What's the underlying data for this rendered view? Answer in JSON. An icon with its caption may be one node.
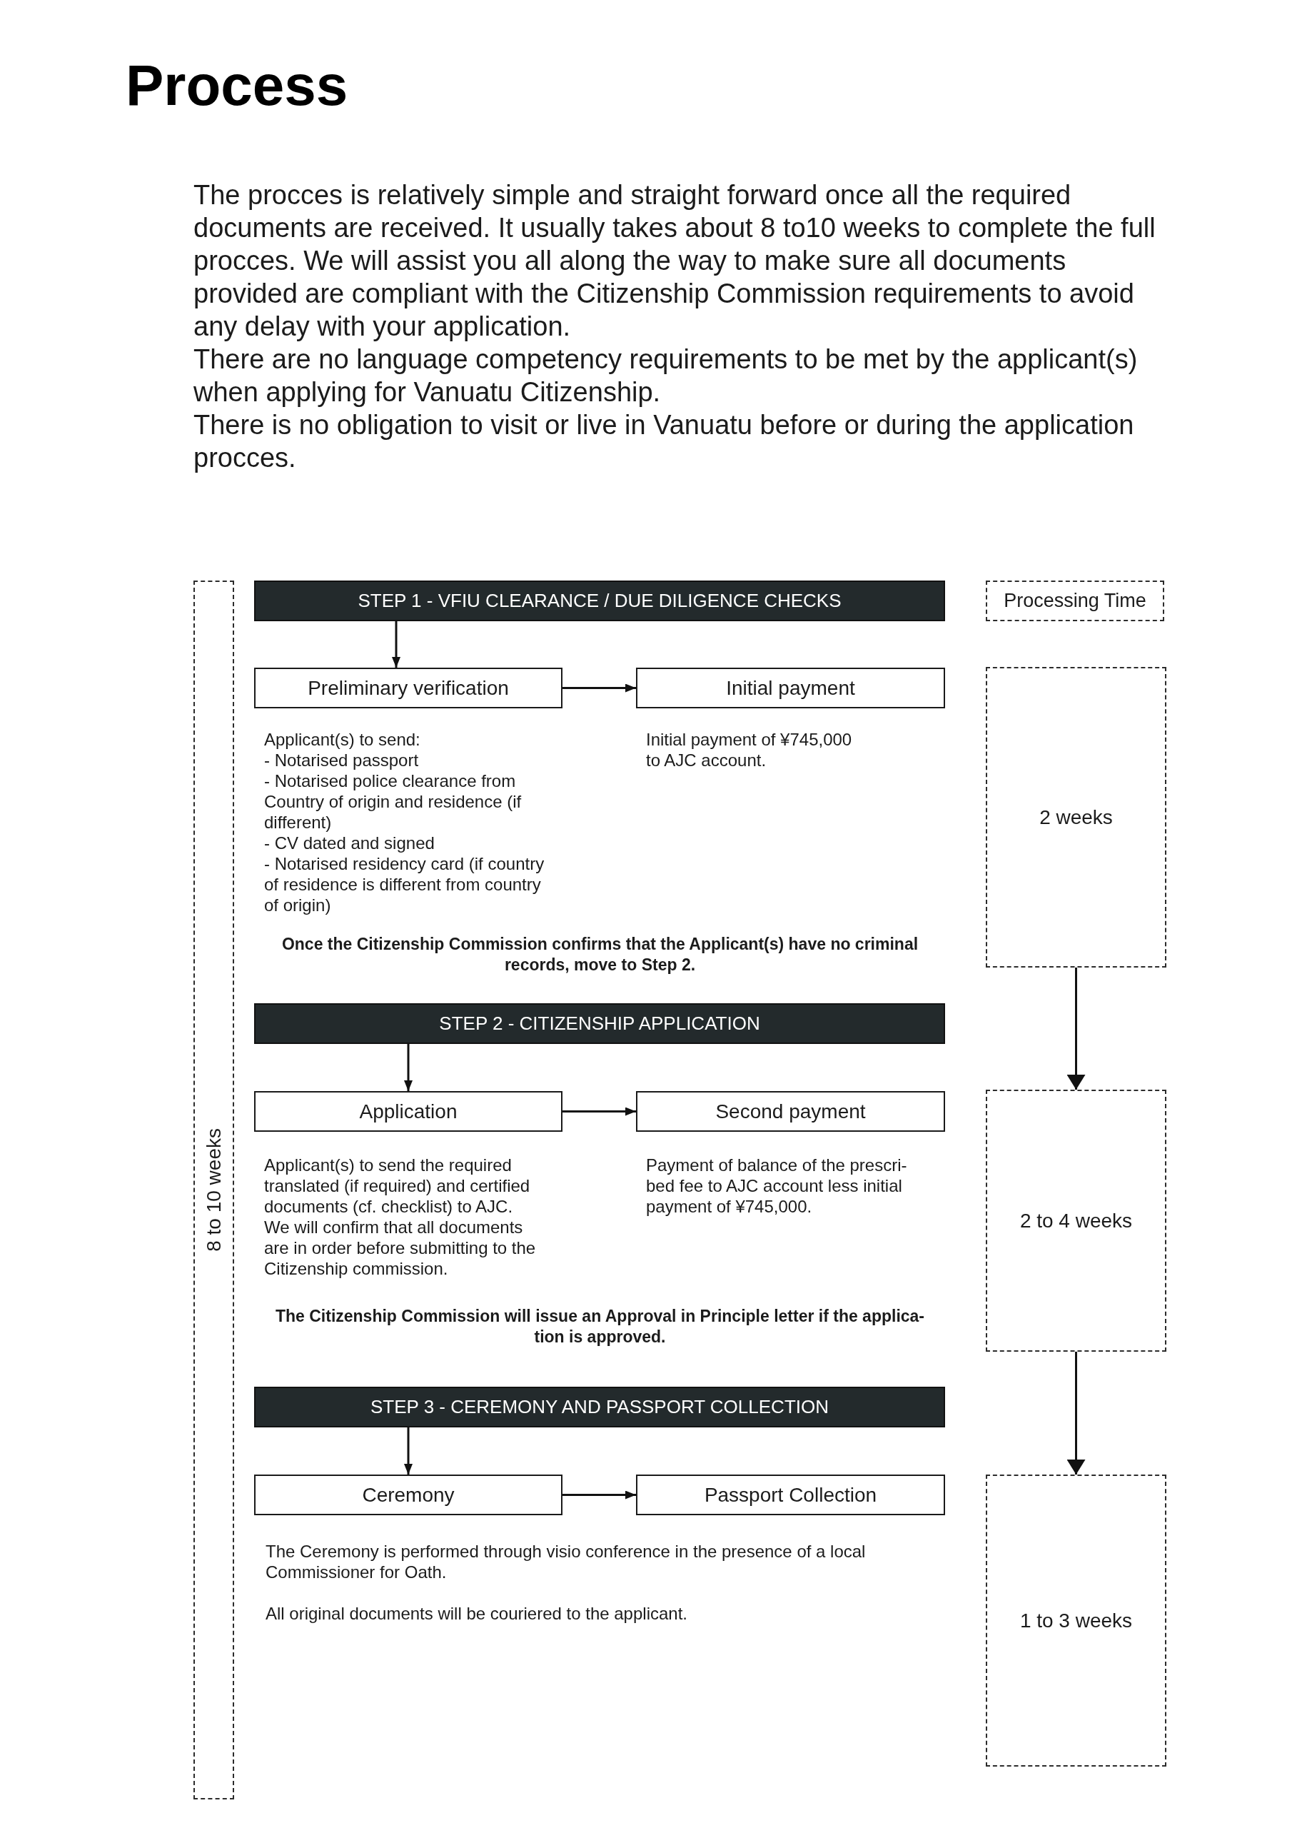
{
  "diagram": {
    "title": "Process",
    "nodes": [
      {
        "text": [
          "8 to 10 weeks"
        ]
      },
      {
        "text": [
          "STEP 1 - VFIU CLEARANCE / DUE DILIGENCE CHECKS"
        ]
      },
      {
        "text": [
          "Processing Time"
        ]
      },
      {
        "text": [
          "Preliminary verification"
        ],
        "beside": [
          "Applicant(s) to send:",
          "- Notarised passport",
          "- Notarised police clearance from Country of origin and residence (if different)",
          "- CV dated and signed",
          "- Notarised residency card (if country of residence is different from country of origin)"
        ]
      },
      {
        "text": [
          "Initial payment"
        ],
        "beside": [
          "Initial payment of ¥745,000 to AJC account."
        ]
      },
      {
        "text": [
          "2 weeks"
        ]
      },
      {
        "text": [
          "STEP 2 - CITIZENSHIP APPLICATION"
        ]
      },
      {
        "text": [
          "Application"
        ],
        "beside": [
          "Applicant(s) to send the required translated (if required) and certified documents (cf. checklist) to AJC.",
          "We will confirm that all documents are in order before submitting to the Citizenship commission."
        ]
      },
      {
        "text": [
          "Second payment"
        ],
        "beside": [
          "Payment of balance of the prescri- bed fee to AJC account less initial payment of ¥745,000."
        ]
      },
      {
        "text": [
          "2 to 4 weeks"
        ]
      },
      {
        "text": [
          "STEP 3 - CEREMONY AND PASSPORT COLLECTION"
        ]
      },
      {
        "text": [
          "Ceremony"
        ],
        "beside": [
          "The Ceremony is performed through visio conference in the presence of a local Commissioner for Oath.",
          "All original documents will be couriered to the applicant."
        ]
      },
      {
        "text": [
          "Passport Collection"
        ]
      },
      {
        "text": [
          "1 to 3 weeks"
        ]
      }
    ],
    "edges": [
      {
        "from": 1,
        "to": 3,
        "arrow": "to"
      },
      {
        "from": 3,
        "to": 4,
        "arrow": "to"
      },
      {
        "from": 5,
        "to": 9,
        "arrow": "to"
      },
      {
        "from": 6,
        "to": 7,
        "arrow": "to"
      },
      {
        "from": 7,
        "to": 8,
        "arrow": "to"
      },
      {
        "from": 9,
        "to": 13,
        "arrow": "to"
      },
      {
        "from": 10,
        "to": 11,
        "arrow": "to"
      },
      {
        "from": 11,
        "to": 12,
        "arrow": "to"
      }
    ],
    "labels": [
      "The procces is relatively simple and straight forward once all the required documents are received. It usually takes about 8 to10 weeks to complete the full procces. We will assist you all along the way to make sure all documents provided are compliant with the Citizenship Commission requirements to avoid any delay with your application.",
      "There are no language competency requirements to be met by the applicant(s) when applying for Vanuatu Citizenship.",
      "There is no obligation to visit or live in Vanuatu before or during the application procces.",
      "Once the Citizenship Commission confirms that the Applicant(s) have no criminal records, move to Step 2.",
      "The Citizenship Commission will issue an Approval in Principle letter if the applica- tion is approved."
    ]
  }
}
